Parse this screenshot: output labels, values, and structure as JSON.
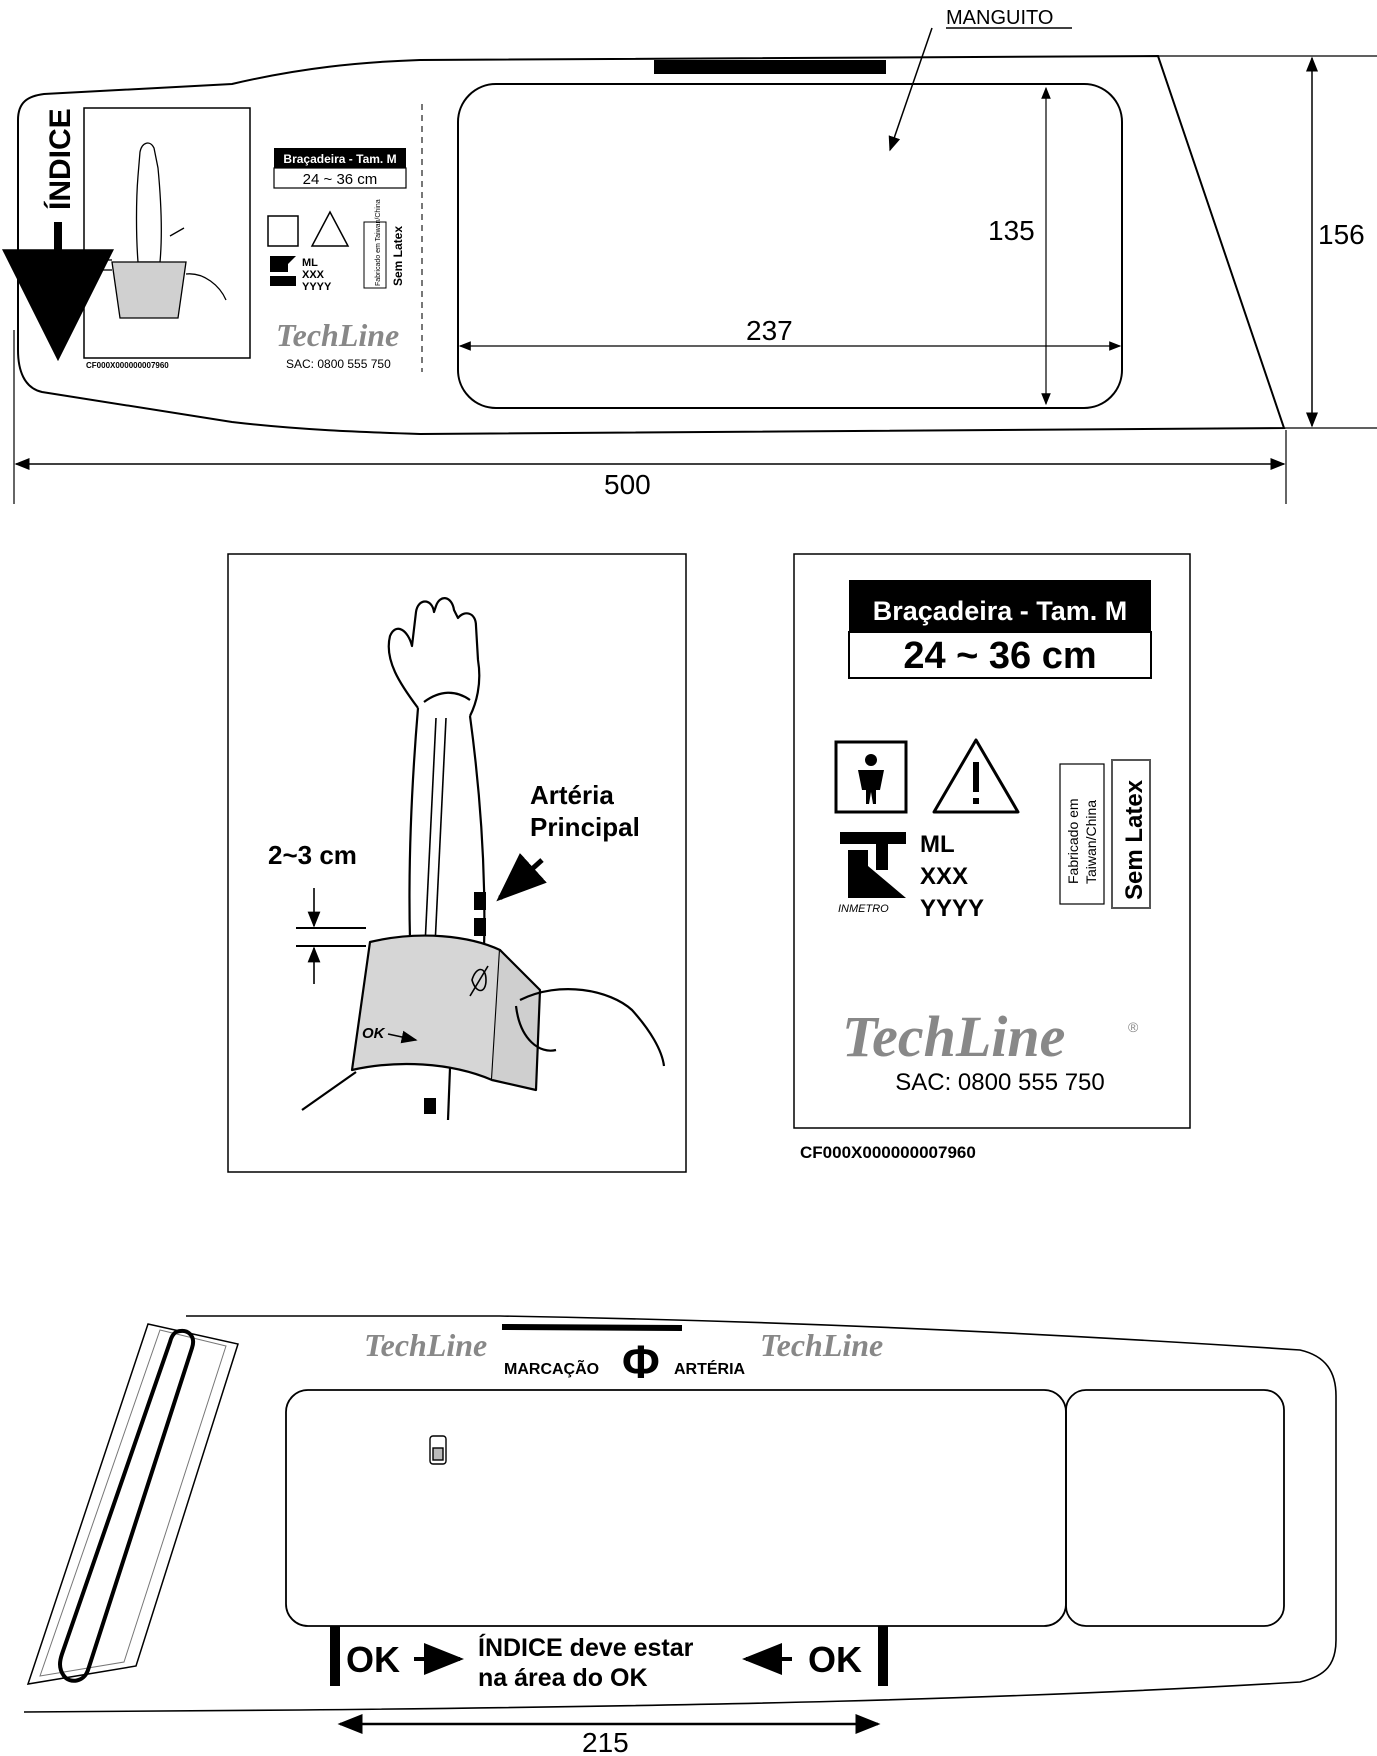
{
  "top_view": {
    "callout": "MANGUITO",
    "index_label": "ÍNDICE",
    "dims": {
      "inner_height": "135",
      "outer_height": "156",
      "inner_width": "237",
      "total_length": "500"
    },
    "small_label": {
      "title": "Braçadeira - Tam. M",
      "size": "24 ~ 36 cm",
      "model": "ML",
      "code1": "XXX",
      "code2": "YYYY",
      "origin": "Fabricado em Taiwan/China",
      "latex": "Sem Latex",
      "sac": "SAC: 0800 555 750",
      "serial": "CF000X000000007960"
    }
  },
  "detail_instruction": {
    "distance": "2~3 cm",
    "artery_line1": "Artéria",
    "artery_line2": "Principal",
    "cuff_ok": "OK"
  },
  "detail_label": {
    "title": "Braçadeira - Tam. M",
    "size": "24 ~ 36 cm",
    "model": "ML",
    "code1": "XXX",
    "code2": "YYYY",
    "inmetro": "INMETRO",
    "origin_line1": "Fabricado em",
    "origin_line2": "Taiwan/China",
    "latex": "Sem Latex",
    "brand": "TechLine",
    "sac": "SAC: 0800 555 750",
    "serial": "CF000X000000007960"
  },
  "bottom_view": {
    "brand": "TechLine",
    "mark_left": "MARCAÇÃO",
    "mark_symbol": "Φ",
    "mark_right": "ARTÉRIA",
    "ok_left": "OK",
    "ok_right": "OK",
    "index_line1": "ÍNDICE deve estar",
    "index_line2": "na área do OK",
    "dim_width": "215"
  }
}
